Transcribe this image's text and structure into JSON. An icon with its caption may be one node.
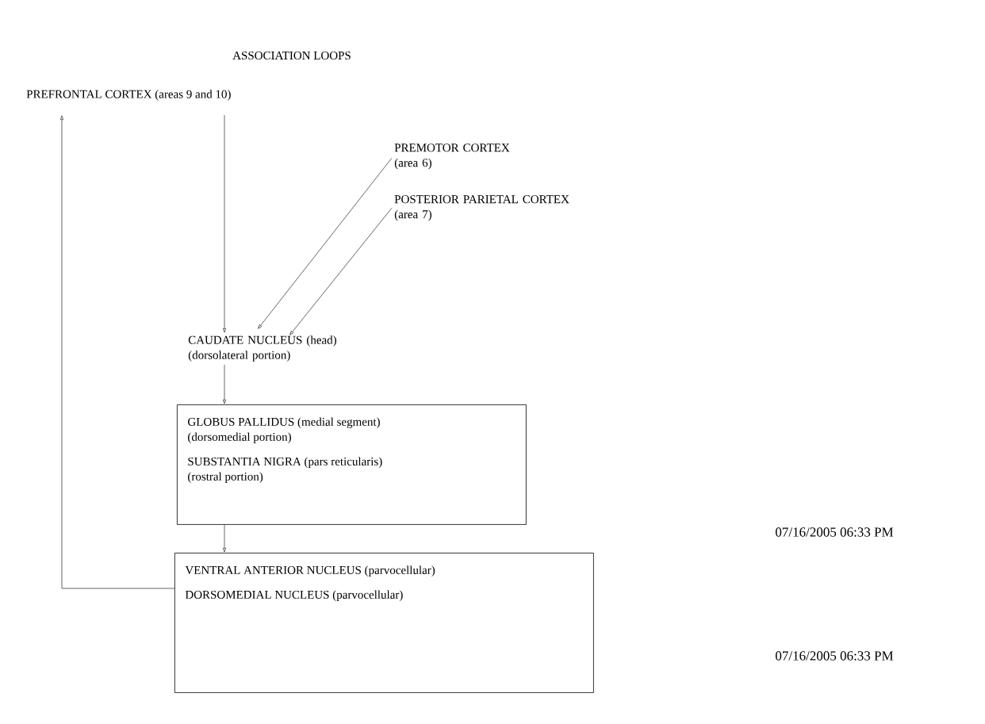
{
  "diagram": {
    "title": "ASSOCIATION LOOPS",
    "nodes": [
      {
        "text": [
          "PREFRONTAL CORTEX (areas 9 and 10)"
        ]
      },
      {
        "text": [
          "PREMOTOR CORTEX (area 6)"
        ]
      },
      {
        "text": [
          "POSTERIOR PARIETAL CORTEX (area 7)"
        ]
      },
      {
        "text": [
          "CAUDATE NUCLEUS (head) (dorsolateral portion)"
        ]
      },
      {
        "text": [
          "GLOBUS PALLIDUS (medial segment) (dorsomedial portion)",
          "SUBSTANTIA NIGRA (pars reticularis) (rostral portion)"
        ]
      },
      {
        "text": [
          "VENTRAL ANTERIOR NUCLEUS (parvocellular)",
          "DORSOMEDIAL NUCLEUS (parvocellular)"
        ]
      }
    ],
    "edges": [
      {
        "from": 0,
        "to": 3,
        "arrow": "to"
      },
      {
        "from": 1,
        "to": 3,
        "arrow": "to"
      },
      {
        "from": 2,
        "to": 3,
        "arrow": "to"
      },
      {
        "from": 3,
        "to": 4,
        "arrow": "to"
      },
      {
        "from": 4,
        "to": 5,
        "arrow": "to"
      },
      {
        "from": 5,
        "to": 0,
        "arrow": "to"
      }
    ],
    "labels": [
      "07/16/2005 06:33 PM",
      "07/16/2005 06:33 PM"
    ]
  }
}
